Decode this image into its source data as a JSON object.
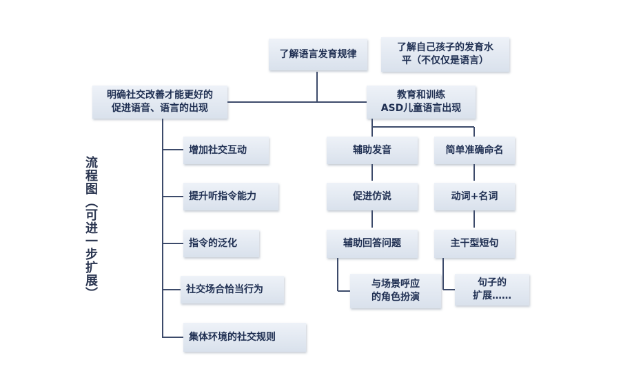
{
  "side_title": "流程图（可进一步扩展）",
  "top": {
    "law": "了解语言发育规律",
    "level": "了解自己孩子的发育水\n平（不仅仅是语言）"
  },
  "left": {
    "header": "明确社交改善才能更好的\n促进语音、语言的出现",
    "items": [
      "增加社交互动",
      "提升听指令能力",
      "指令的泛化",
      "社交场合恰当行为",
      "集体环境的社交规则"
    ]
  },
  "right": {
    "header": "教育和训练\nASD儿童语言出现",
    "col1": [
      "辅助发音",
      "促进仿说",
      "辅助回答问题",
      "与场景呼应\n的角色扮演"
    ],
    "col2": [
      "简单准确命名",
      "动词+名词",
      "主干型短句",
      "句子的\n扩展……"
    ]
  }
}
